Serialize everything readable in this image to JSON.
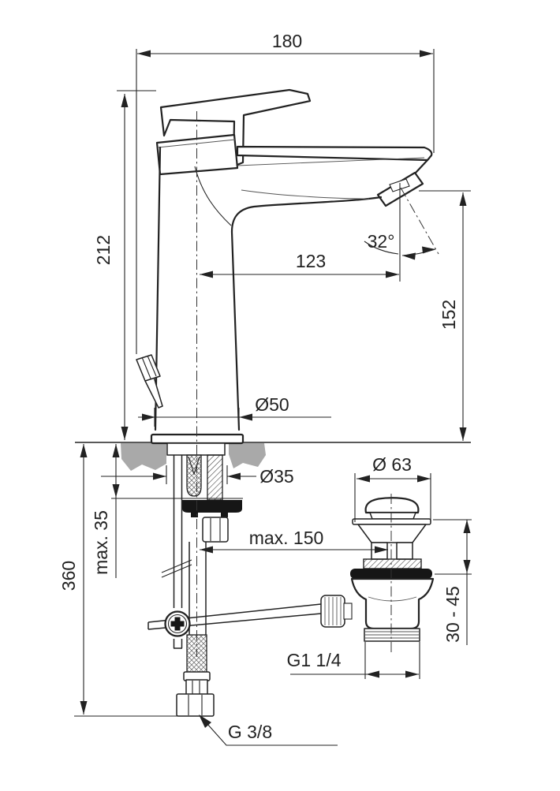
{
  "drawing": {
    "kind": "technical-dimension-drawing",
    "colors": {
      "line": "#222222",
      "background": "#ffffff",
      "countertop_section": "#a9a9a9",
      "seal_fill": "#161616"
    },
    "dims": {
      "d180": "180",
      "d212": "212",
      "d123": "123",
      "angle32": "32°",
      "d152": "152",
      "dia50": "Ø50",
      "dia35": "Ø35",
      "max35": "max. 35",
      "d360": "360",
      "max150": "max. 150",
      "dia63": "Ø 63",
      "range3045": "30 - 45",
      "g114": "G1 1/4",
      "g38": "G 3/8"
    },
    "parts": [
      "mixer-handle",
      "cartridge-collar",
      "spout-deck",
      "aerator-outlet",
      "mixer-column",
      "drain-control-lever",
      "base-flange",
      "countertop-cross-section",
      "fixing-dowel",
      "threaded-fixing-stud",
      "fixing-washer",
      "fixing-nut",
      "pop-up-rod",
      "rod-coupler-knob",
      "linkage-rod",
      "supply-hose",
      "hose-nut",
      "pop-up-waste-plug",
      "waste-flange",
      "waste-body",
      "waste-seal",
      "waste-tailpiece-thread",
      "waste-adjuster-knob"
    ]
  }
}
